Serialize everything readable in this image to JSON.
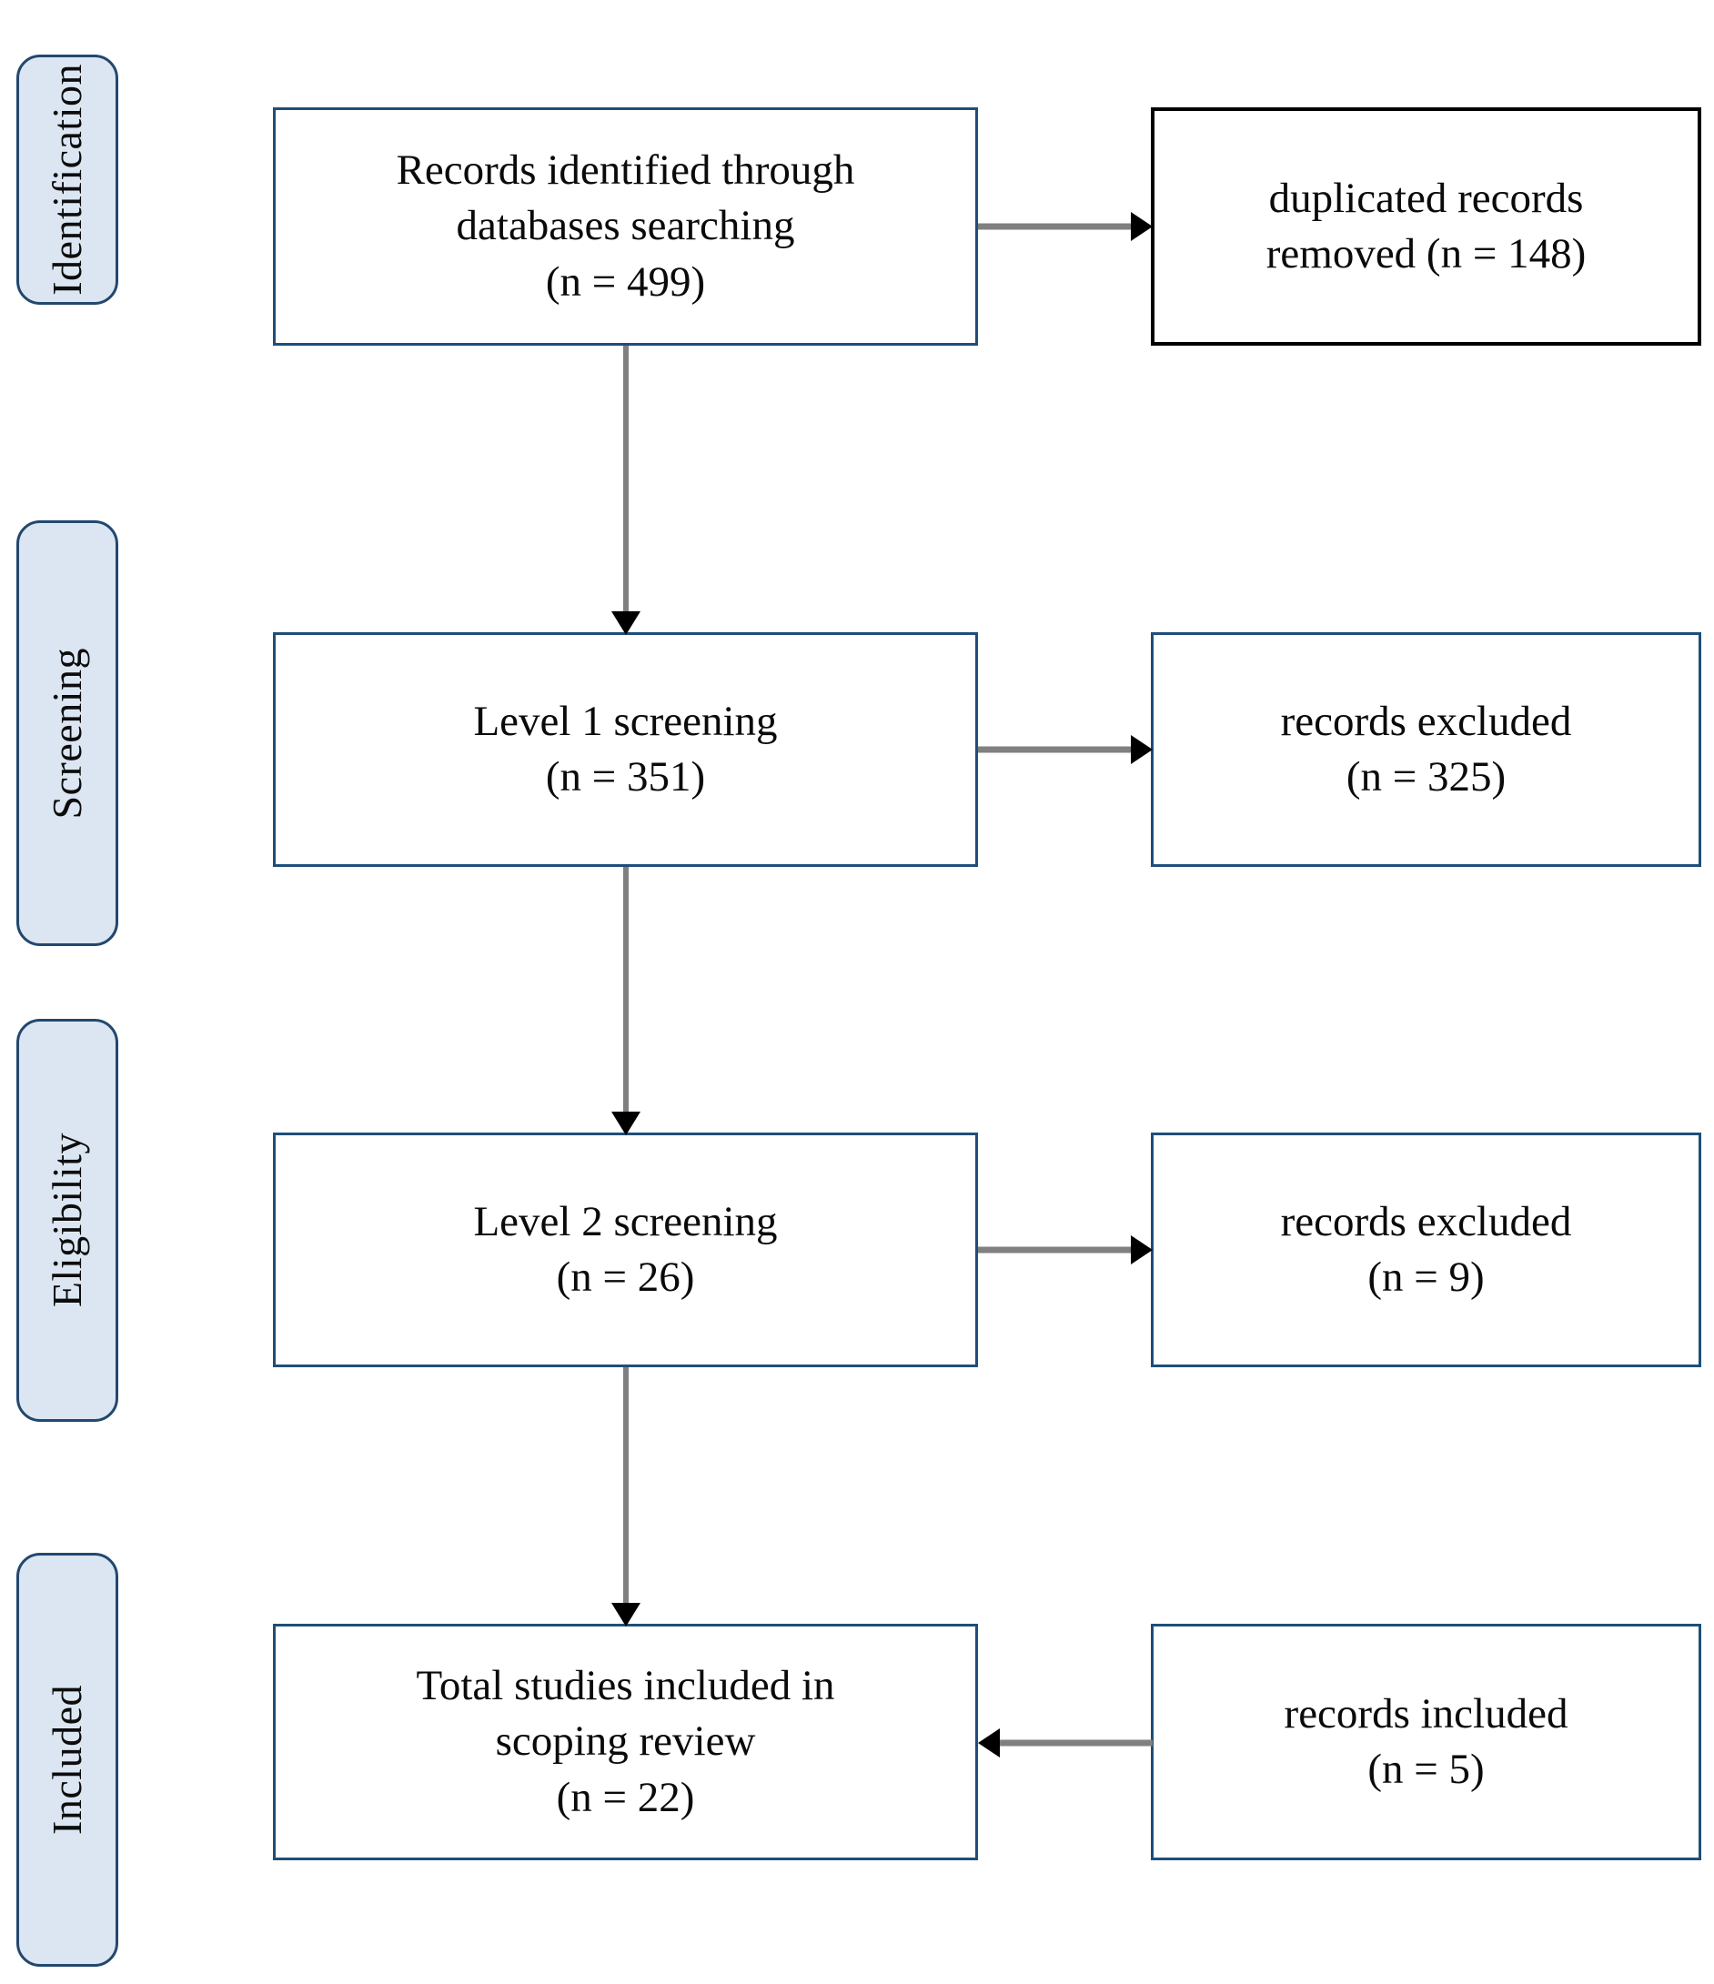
{
  "diagram": {
    "title": "PRISMA scoping review flow diagram",
    "colors": {
      "pill_fill": "#dce6f2",
      "pill_border": "#22486f",
      "box_border_navy": "#1f4e79",
      "box_border_black": "#000000",
      "connector_line": "#808080",
      "arrowhead": "#000000",
      "text": "#0a0a0a",
      "background": "#ffffff"
    },
    "stages": [
      {
        "id": "identification",
        "label": "Identification"
      },
      {
        "id": "screening",
        "label": "Screening"
      },
      {
        "id": "eligibility",
        "label": "Eligibility"
      },
      {
        "id": "included",
        "label": "Included"
      }
    ],
    "main_boxes": [
      {
        "id": "records-identified",
        "stage": "identification",
        "text": "Records identified through\ndatabases searching\n(n = 499)",
        "n": 499,
        "border": "navy"
      },
      {
        "id": "level-1-screening",
        "stage": "screening",
        "text": "Level 1 screening\n(n = 351)",
        "n": 351,
        "border": "navy"
      },
      {
        "id": "level-2-screening",
        "stage": "eligibility",
        "text": "Level 2 screening\n(n = 26)",
        "n": 26,
        "border": "navy"
      },
      {
        "id": "total-studies-included",
        "stage": "included",
        "text": "Total studies included in\nscoping review\n(n = 22)",
        "n": 22,
        "border": "navy"
      }
    ],
    "side_boxes": [
      {
        "id": "duplicates-removed",
        "stage": "identification",
        "text": "duplicated records\nremoved (n = 148)",
        "n": 148,
        "border": "black"
      },
      {
        "id": "records-excluded-level-1",
        "stage": "screening",
        "text": "records excluded\n(n = 325)",
        "n": 325,
        "border": "navy"
      },
      {
        "id": "records-excluded-level-2",
        "stage": "eligibility",
        "text": "records excluded\n(n = 9)",
        "n": 9,
        "border": "navy"
      },
      {
        "id": "records-included",
        "stage": "included",
        "text": "records included\n(n = 5)",
        "n": 5,
        "border": "navy"
      }
    ],
    "connectors": [
      {
        "id": "identified-to-duplicates",
        "direction": "right",
        "from": "records-identified",
        "to": "duplicates-removed"
      },
      {
        "id": "identified-to-level-1",
        "direction": "down",
        "from": "records-identified",
        "to": "level-1-screening"
      },
      {
        "id": "level-1-to-excluded",
        "direction": "right",
        "from": "level-1-screening",
        "to": "records-excluded-level-1"
      },
      {
        "id": "level-1-to-level-2",
        "direction": "down",
        "from": "level-1-screening",
        "to": "level-2-screening"
      },
      {
        "id": "level-2-to-excluded",
        "direction": "right",
        "from": "level-2-screening",
        "to": "records-excluded-level-2"
      },
      {
        "id": "level-2-to-total",
        "direction": "down",
        "from": "level-2-screening",
        "to": "total-studies-included"
      },
      {
        "id": "included-to-total",
        "direction": "left",
        "from": "records-included",
        "to": "total-studies-included"
      }
    ]
  }
}
